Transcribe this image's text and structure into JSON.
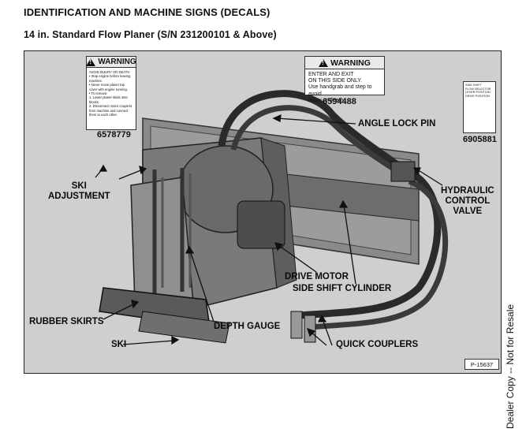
{
  "header": {
    "section_title": "IDENTIFICATION AND MACHINE SIGNS (DECALS)",
    "subtitle": "14 in. Standard Flow Planer (S/N 231200101 & Above)"
  },
  "decals": {
    "left": {
      "heading": "WARNING",
      "text": "AVOID INJURY OR DEATH\n• Stop engine before leaving machine.\n• Never move planer top cover with engine running.\n• To remove:\n1. Lower planer skids onto blocks.\n2. Disconnect motor couplers from machine and connect them to each other.",
      "part_number": "6578779"
    },
    "middle": {
      "heading": "WARNING",
      "text": "ENTER AND EXIT\nON THIS SIDE ONLY.\nUse handgrab and step to avoid\ninjury or death.",
      "part_number": "6594488"
    },
    "right": {
      "text": "SIDE SHIFT\nFLOW SELECTOR LEVER POSITION\nDRIVE POSITION",
      "part_number": "6905881"
    }
  },
  "callouts": {
    "angle_lock_pin": "ANGLE LOCK PIN",
    "ski_adjustment": "SKI\nADJUSTMENT",
    "hydraulic_control_valve": "HYDRAULIC\nCONTROL\nVALVE",
    "drive_motor": "DRIVE MOTOR",
    "side_shift_cylinder": "SIDE SHIFT CYLINDER",
    "rubber_skirts": "RUBBER SKIRTS",
    "depth_gauge": "DEPTH GAUGE",
    "ski": "SKI",
    "quick_couplers": "QUICK COUPLERS"
  },
  "figure_ref": "P-15637",
  "side_note": "Dealer Copy -- Not for Resale"
}
